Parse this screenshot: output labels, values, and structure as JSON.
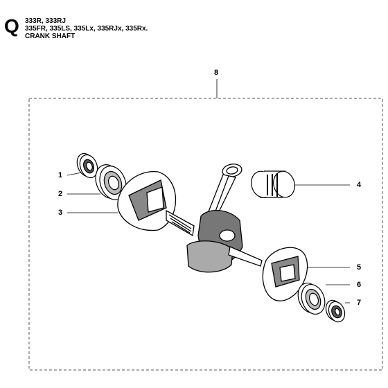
{
  "header": {
    "section_letter": "Q",
    "models_line1": "333R, 333RJ",
    "models_line2": "335FR, 335LS, 335Lx, 335RJx, 335Rx.",
    "title": "CRANK SHAFT"
  },
  "callouts": [
    {
      "id": "c1",
      "label": "1"
    },
    {
      "id": "c2",
      "label": "2"
    },
    {
      "id": "c3",
      "label": "3"
    },
    {
      "id": "c4",
      "label": "4"
    },
    {
      "id": "c5",
      "label": "5"
    },
    {
      "id": "c6",
      "label": "6"
    },
    {
      "id": "c7",
      "label": "7"
    },
    {
      "id": "c8",
      "label": "8"
    }
  ]
}
